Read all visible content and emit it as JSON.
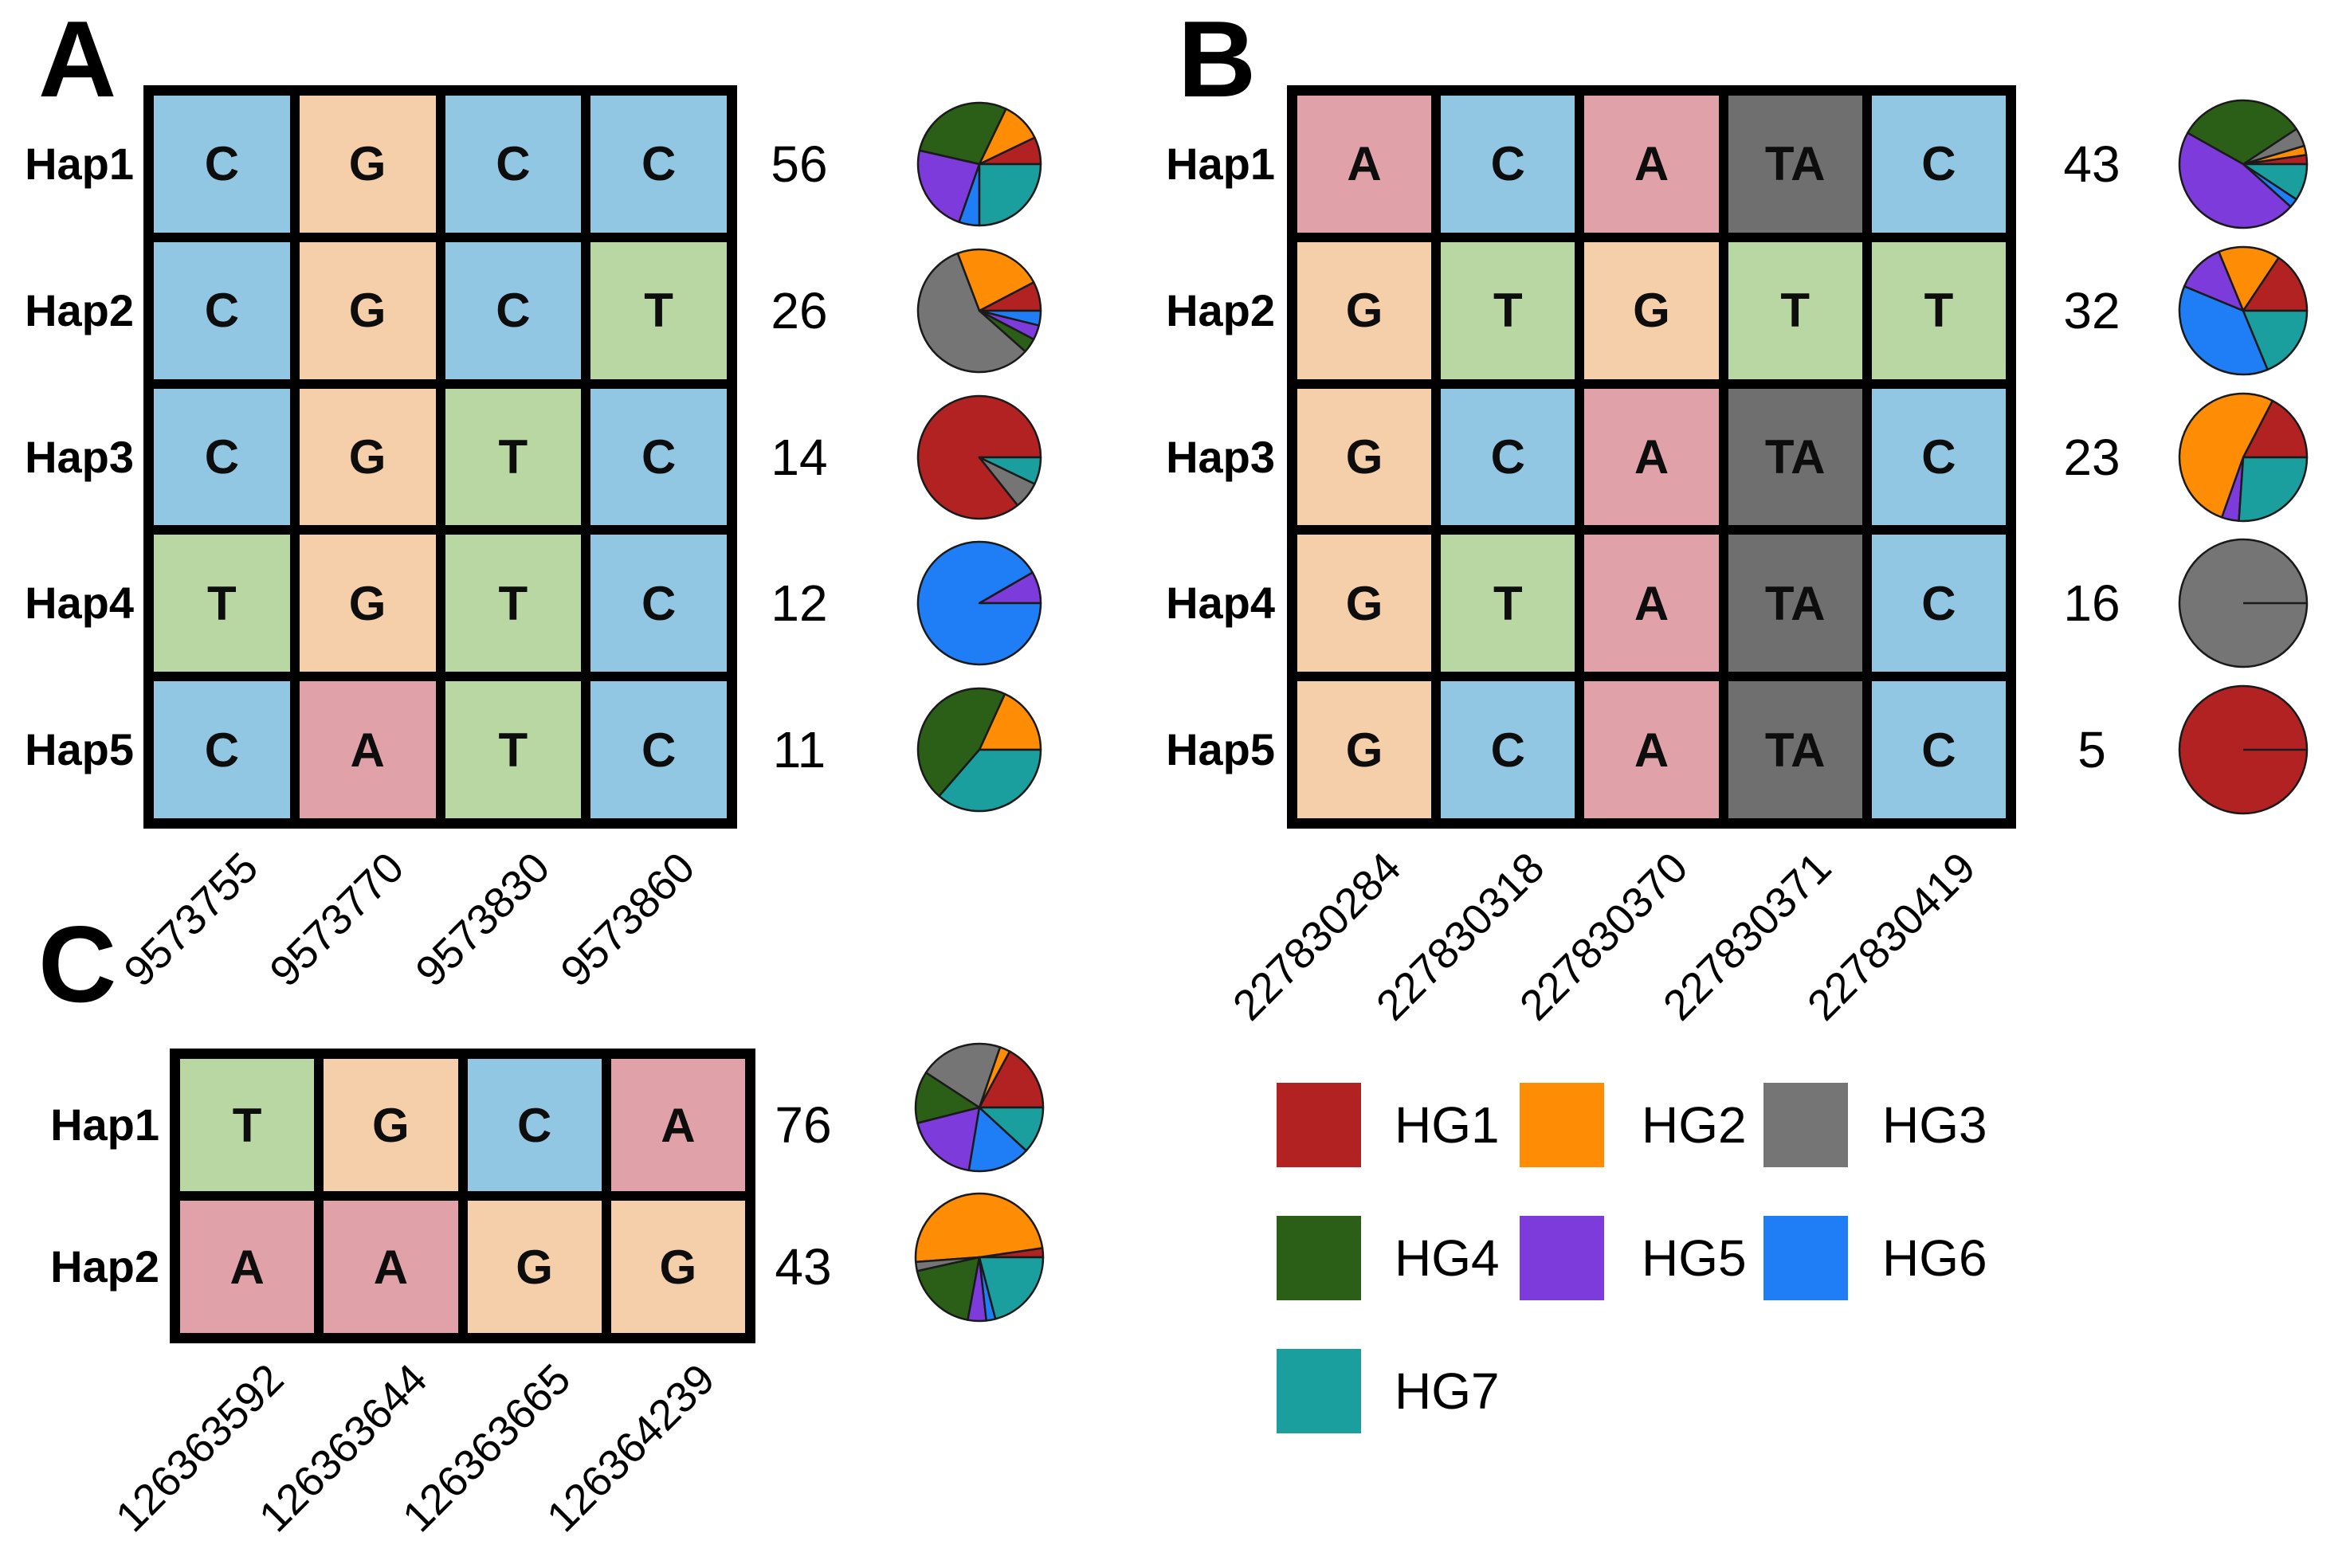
{
  "figure": {
    "background": "#ffffff",
    "description": "Haplotype tables with per-haplotype counts and haplogroup composition pie charts"
  },
  "panels": [
    {
      "id": "A",
      "label": "A",
      "positions": [
        "9573755",
        "9573770",
        "9573830",
        "9573860"
      ],
      "haplotypes": [
        {
          "name": "Hap1",
          "alleles": [
            "C",
            "G",
            "C",
            "C"
          ],
          "count": "56"
        },
        {
          "name": "Hap2",
          "alleles": [
            "C",
            "G",
            "C",
            "T"
          ],
          "count": "26"
        },
        {
          "name": "Hap3",
          "alleles": [
            "C",
            "G",
            "T",
            "C"
          ],
          "count": "14"
        },
        {
          "name": "Hap4",
          "alleles": [
            "T",
            "G",
            "T",
            "C"
          ],
          "count": "12"
        },
        {
          "name": "Hap5",
          "alleles": [
            "C",
            "A",
            "T",
            "C"
          ],
          "count": "11"
        }
      ]
    },
    {
      "id": "B",
      "label": "B",
      "positions": [
        "227830284",
        "227830318",
        "227830370",
        "227830371",
        "227830419"
      ],
      "haplotypes": [
        {
          "name": "Hap1",
          "alleles": [
            "A",
            "C",
            "A",
            "TA",
            "C"
          ],
          "count": "43"
        },
        {
          "name": "Hap2",
          "alleles": [
            "G",
            "T",
            "G",
            "T",
            "T"
          ],
          "count": "32"
        },
        {
          "name": "Hap3",
          "alleles": [
            "G",
            "C",
            "A",
            "TA",
            "C"
          ],
          "count": "23"
        },
        {
          "name": "Hap4",
          "alleles": [
            "G",
            "T",
            "A",
            "TA",
            "C"
          ],
          "count": "16"
        },
        {
          "name": "Hap5",
          "alleles": [
            "G",
            "C",
            "A",
            "TA",
            "C"
          ],
          "count": "5"
        }
      ]
    },
    {
      "id": "C",
      "label": "C",
      "positions": [
        "126363592",
        "126363644",
        "126363665",
        "126364239"
      ],
      "haplotypes": [
        {
          "name": "Hap1",
          "alleles": [
            "T",
            "G",
            "C",
            "A"
          ],
          "count": "76"
        },
        {
          "name": "Hap2",
          "alleles": [
            "A",
            "A",
            "G",
            "G"
          ],
          "count": "43"
        }
      ]
    }
  ],
  "allele_colors": {
    "A": "#e0a1a8",
    "C": "#92c7e3",
    "G": "#f4cfa9",
    "T": "#b8d7a2",
    "TA": "#6f6f6f"
  },
  "legend": {
    "items": [
      {
        "label": "HG1",
        "color": "#b22222"
      },
      {
        "label": "HG2",
        "color": "#ff8c05"
      },
      {
        "label": "HG3",
        "color": "#757575"
      },
      {
        "label": "HG4",
        "color": "#2b5e17"
      },
      {
        "label": "HG5",
        "color": "#7d3bdc"
      },
      {
        "label": "HG6",
        "color": "#1f7df5"
      },
      {
        "label": "HG7",
        "color": "#1b9e9e"
      }
    ]
  },
  "chart_data": [
    {
      "type": "pie",
      "panel": "A",
      "note": "slices drawn counterclockwise from east (3 o'clock), haplogroup order HG1..HG7",
      "pies": [
        {
          "hap": "Hap1",
          "total": 56,
          "slices": [
            {
              "hg": "HG1",
              "value": 4
            },
            {
              "hg": "HG2",
              "value": 6
            },
            {
              "hg": "HG4",
              "value": 16
            },
            {
              "hg": "HG5",
              "value": 13
            },
            {
              "hg": "HG6",
              "value": 3
            },
            {
              "hg": "HG7",
              "value": 14
            }
          ]
        },
        {
          "hap": "Hap2",
          "total": 26,
          "slices": [
            {
              "hg": "HG1",
              "value": 2
            },
            {
              "hg": "HG2",
              "value": 6
            },
            {
              "hg": "HG3",
              "value": 15
            },
            {
              "hg": "HG4",
              "value": 1
            },
            {
              "hg": "HG5",
              "value": 1
            },
            {
              "hg": "HG6",
              "value": 1
            }
          ]
        },
        {
          "hap": "Hap3",
          "total": 14,
          "slices": [
            {
              "hg": "HG1",
              "value": 12
            },
            {
              "hg": "HG3",
              "value": 1
            },
            {
              "hg": "HG7",
              "value": 1
            }
          ]
        },
        {
          "hap": "Hap4",
          "total": 12,
          "slices": [
            {
              "hg": "HG5",
              "value": 1
            },
            {
              "hg": "HG6",
              "value": 11
            }
          ]
        },
        {
          "hap": "Hap5",
          "total": 11,
          "slices": [
            {
              "hg": "HG2",
              "value": 2
            },
            {
              "hg": "HG4",
              "value": 5
            },
            {
              "hg": "HG7",
              "value": 4
            }
          ]
        }
      ]
    },
    {
      "type": "pie",
      "panel": "B",
      "pies": [
        {
          "hap": "Hap1",
          "total": 43,
          "slices": [
            {
              "hg": "HG1",
              "value": 1
            },
            {
              "hg": "HG2",
              "value": 1
            },
            {
              "hg": "HG3",
              "value": 2
            },
            {
              "hg": "HG4",
              "value": 14
            },
            {
              "hg": "HG5",
              "value": 20
            },
            {
              "hg": "HG6",
              "value": 1
            },
            {
              "hg": "HG7",
              "value": 4
            }
          ]
        },
        {
          "hap": "Hap2",
          "total": 32,
          "slices": [
            {
              "hg": "HG1",
              "value": 5
            },
            {
              "hg": "HG2",
              "value": 5
            },
            {
              "hg": "HG5",
              "value": 4
            },
            {
              "hg": "HG6",
              "value": 12
            },
            {
              "hg": "HG7",
              "value": 6
            }
          ]
        },
        {
          "hap": "Hap3",
          "total": 23,
          "slices": [
            {
              "hg": "HG1",
              "value": 4
            },
            {
              "hg": "HG2",
              "value": 12
            },
            {
              "hg": "HG5",
              "value": 1
            },
            {
              "hg": "HG7",
              "value": 6
            }
          ]
        },
        {
          "hap": "Hap4",
          "total": 16,
          "slices": [
            {
              "hg": "HG3",
              "value": 16
            }
          ]
        },
        {
          "hap": "Hap5",
          "total": 5,
          "slices": [
            {
              "hg": "HG1",
              "value": 5
            }
          ]
        }
      ]
    },
    {
      "type": "pie",
      "panel": "C",
      "pies": [
        {
          "hap": "Hap1",
          "total": 76,
          "slices": [
            {
              "hg": "HG1",
              "value": 13
            },
            {
              "hg": "HG2",
              "value": 2
            },
            {
              "hg": "HG3",
              "value": 16
            },
            {
              "hg": "HG4",
              "value": 10
            },
            {
              "hg": "HG5",
              "value": 14
            },
            {
              "hg": "HG6",
              "value": 12
            },
            {
              "hg": "HG7",
              "value": 9
            }
          ]
        },
        {
          "hap": "Hap2",
          "total": 43,
          "slices": [
            {
              "hg": "HG1",
              "value": 1
            },
            {
              "hg": "HG2",
              "value": 21
            },
            {
              "hg": "HG3",
              "value": 1
            },
            {
              "hg": "HG4",
              "value": 8
            },
            {
              "hg": "HG5",
              "value": 2
            },
            {
              "hg": "HG6",
              "value": 1
            },
            {
              "hg": "HG7",
              "value": 9
            }
          ]
        }
      ]
    }
  ]
}
